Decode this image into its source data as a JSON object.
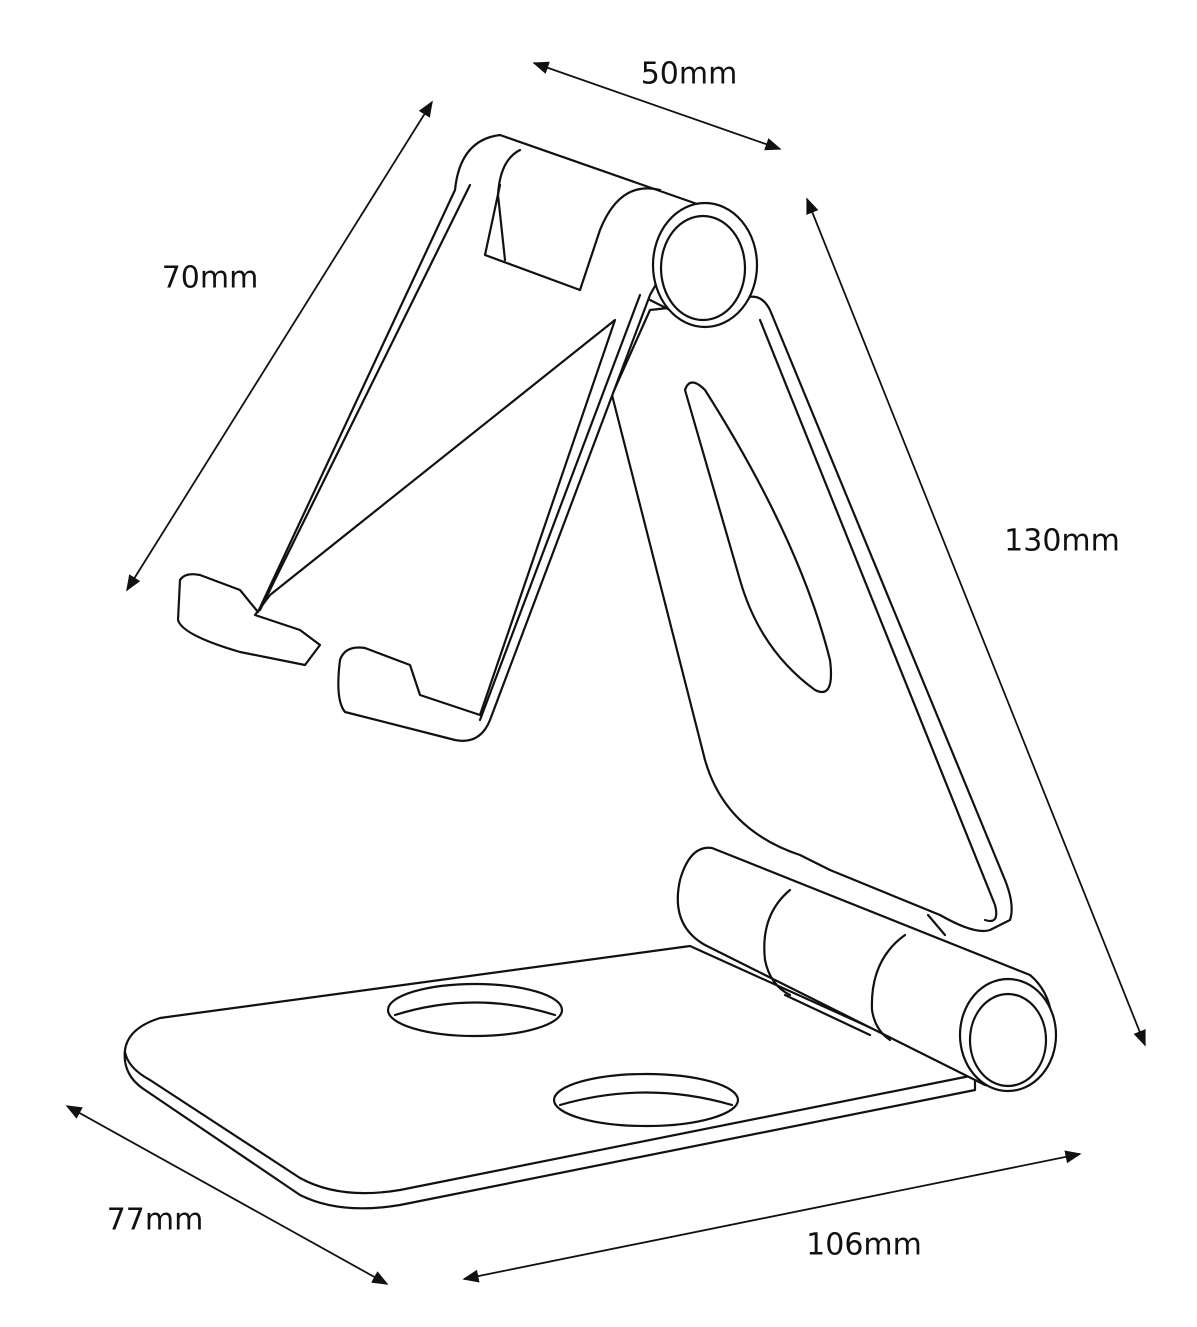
{
  "title": "Adjustable phone stand dimension drawing",
  "dimensions": {
    "top_width": "50mm",
    "holder_length": "70mm",
    "height": "130mm",
    "base_depth": "77mm",
    "base_width": "106mm"
  },
  "colors": {
    "line": "#111111",
    "background": "#ffffff"
  }
}
